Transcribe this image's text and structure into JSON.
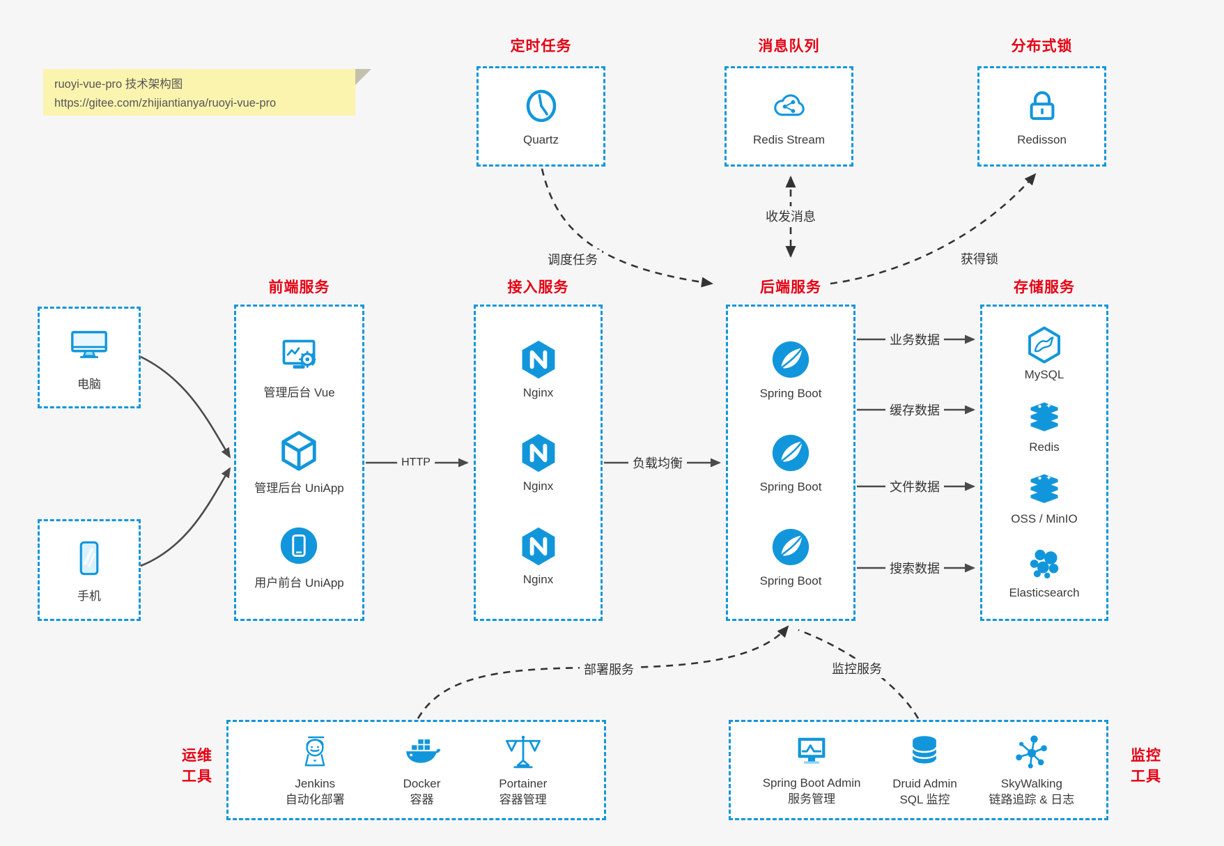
{
  "note": {
    "line1": "ruoyi-vue-pro 技术架构图",
    "line2": "https://gitee.com/zhijiantianya/ruoyi-vue-pro"
  },
  "colors": {
    "accent_blue": "#1296db",
    "title_red": "#e60012",
    "solid_arrow": "#4a4a4a",
    "dashed_arrow": "#333333",
    "note_bg": "#fbf4ae",
    "canvas_bg": "#f6f6f7"
  },
  "groups": {
    "scheduler": {
      "title": "定时任务",
      "items": [
        {
          "icon": "clock-icon",
          "label": "Quartz"
        }
      ]
    },
    "mq": {
      "title": "消息队列",
      "items": [
        {
          "icon": "redis-stream-cloud-icon",
          "label": "Redis Stream"
        }
      ]
    },
    "lock": {
      "title": "分布式锁",
      "items": [
        {
          "icon": "padlock-icon",
          "label": "Redisson"
        }
      ]
    },
    "clients": {
      "pc": {
        "icon": "desktop-icon",
        "label": "电脑"
      },
      "mobile": {
        "icon": "smartphone-icon",
        "label": "手机"
      }
    },
    "frontend": {
      "title": "前端服务",
      "items": [
        {
          "icon": "admin-vue-icon",
          "label": "管理后台 Vue"
        },
        {
          "icon": "uniapp-cube-icon",
          "label": "管理后台 UniApp"
        },
        {
          "icon": "user-app-icon",
          "label": "用户前台 UniApp"
        }
      ]
    },
    "gateway": {
      "title": "接入服务",
      "items": [
        {
          "icon": "nginx-icon",
          "label": "Nginx"
        },
        {
          "icon": "nginx-icon",
          "label": "Nginx"
        },
        {
          "icon": "nginx-icon",
          "label": "Nginx"
        }
      ]
    },
    "backend": {
      "title": "后端服务",
      "items": [
        {
          "icon": "spring-boot-icon",
          "label": "Spring Boot"
        },
        {
          "icon": "spring-boot-icon",
          "label": "Spring Boot"
        },
        {
          "icon": "spring-boot-icon",
          "label": "Spring Boot"
        }
      ]
    },
    "storage": {
      "title": "存储服务",
      "items": [
        {
          "icon": "mysql-icon",
          "label": "MySQL"
        },
        {
          "icon": "redis-icon",
          "label": "Redis"
        },
        {
          "icon": "oss-minio-icon",
          "label": "OSS / MinIO"
        },
        {
          "icon": "elasticsearch-icon",
          "label": "Elasticsearch"
        }
      ]
    },
    "ops": {
      "title_line1": "运维",
      "title_line2": "工具",
      "items": [
        {
          "icon": "jenkins-icon",
          "name": "Jenkins",
          "desc": "自动化部署"
        },
        {
          "icon": "docker-icon",
          "name": "Docker",
          "desc": "容器"
        },
        {
          "icon": "portainer-icon",
          "name": "Portainer",
          "desc": "容器管理"
        }
      ]
    },
    "monitoring": {
      "title_line1": "监控",
      "title_line2": "工具",
      "items": [
        {
          "icon": "spring-boot-admin-icon",
          "name": "Spring Boot Admin",
          "desc": "服务管理"
        },
        {
          "icon": "druid-icon",
          "name": "Druid Admin",
          "desc": "SQL 监控"
        },
        {
          "icon": "skywalking-icon",
          "name": "SkyWalking",
          "desc": "链路追踪 & 日志"
        }
      ]
    }
  },
  "edges": {
    "http": "HTTP",
    "load_balance": "负载均衡",
    "business_data": "业务数据",
    "cache_data": "缓存数据",
    "file_data": "文件数据",
    "search_data": "搜索数据",
    "schedule_task": "调度任务",
    "send_receive_message": "收发消息",
    "acquire_lock": "获得锁",
    "deploy_service": "部署服务",
    "monitor_service": "监控服务"
  }
}
